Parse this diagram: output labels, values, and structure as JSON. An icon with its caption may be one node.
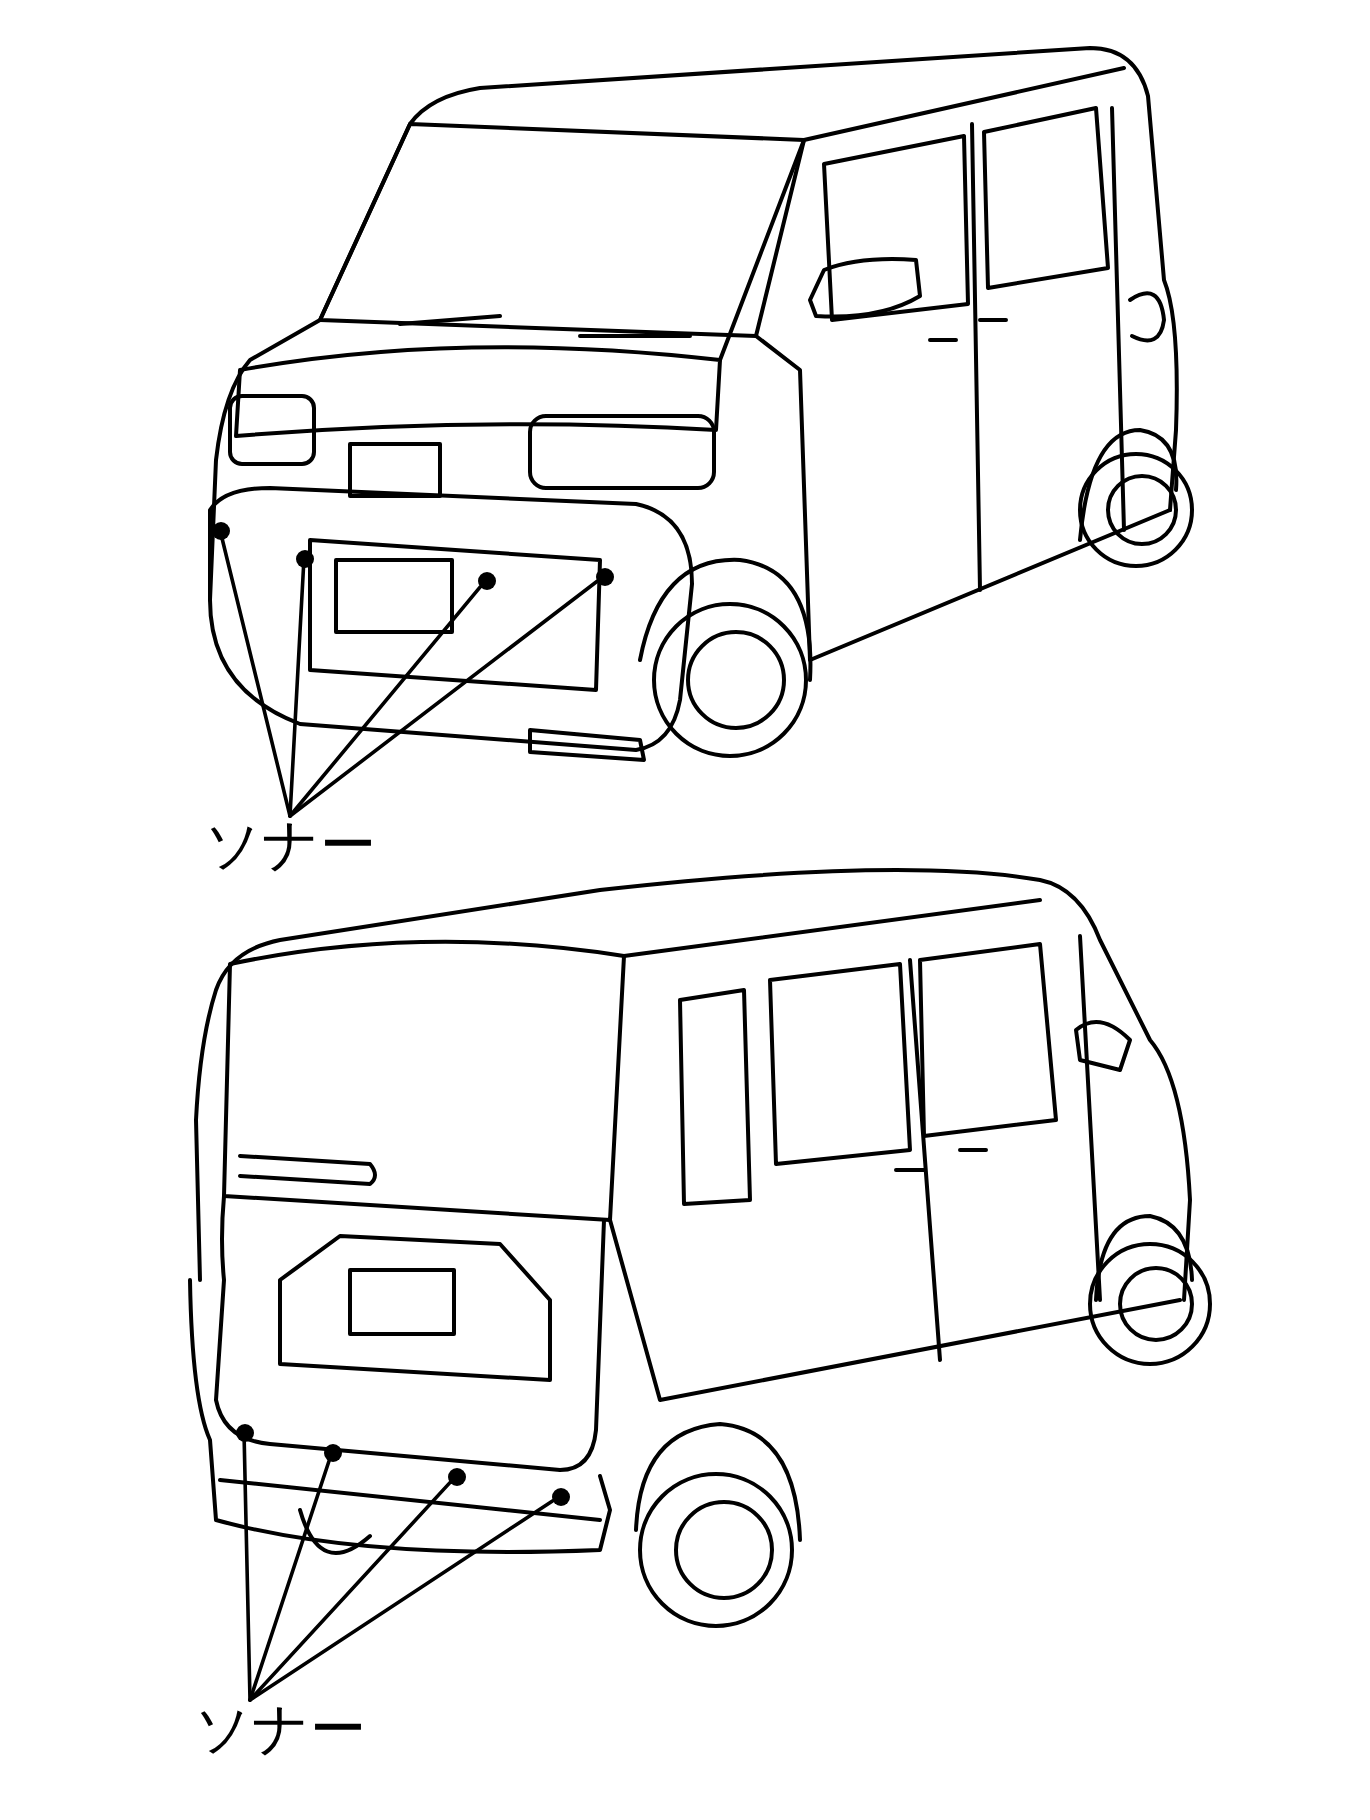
{
  "diagram": {
    "nodes": [
      {
        "text": [],
        "shape": "circle"
      },
      {
        "text": [],
        "shape": "circle"
      },
      {
        "text": [],
        "shape": "circle"
      },
      {
        "text": [],
        "shape": "circle"
      },
      {
        "text": [
          "ソナー"
        ]
      },
      {
        "text": [],
        "shape": "circle"
      },
      {
        "text": [],
        "shape": "circle"
      },
      {
        "text": [],
        "shape": "circle"
      },
      {
        "text": [],
        "shape": "circle"
      },
      {
        "text": [
          "ソナー"
        ]
      }
    ],
    "edges": [
      {
        "from": 4,
        "to": 0,
        "arrow": "none"
      },
      {
        "from": 4,
        "to": 1,
        "arrow": "none"
      },
      {
        "from": 4,
        "to": 2,
        "arrow": "none"
      },
      {
        "from": 4,
        "to": 3,
        "arrow": "none"
      },
      {
        "from": 9,
        "to": 5,
        "arrow": "none"
      },
      {
        "from": 9,
        "to": 6,
        "arrow": "none"
      },
      {
        "from": 9,
        "to": 7,
        "arrow": "none"
      },
      {
        "from": 9,
        "to": 8,
        "arrow": "none"
      }
    ]
  }
}
